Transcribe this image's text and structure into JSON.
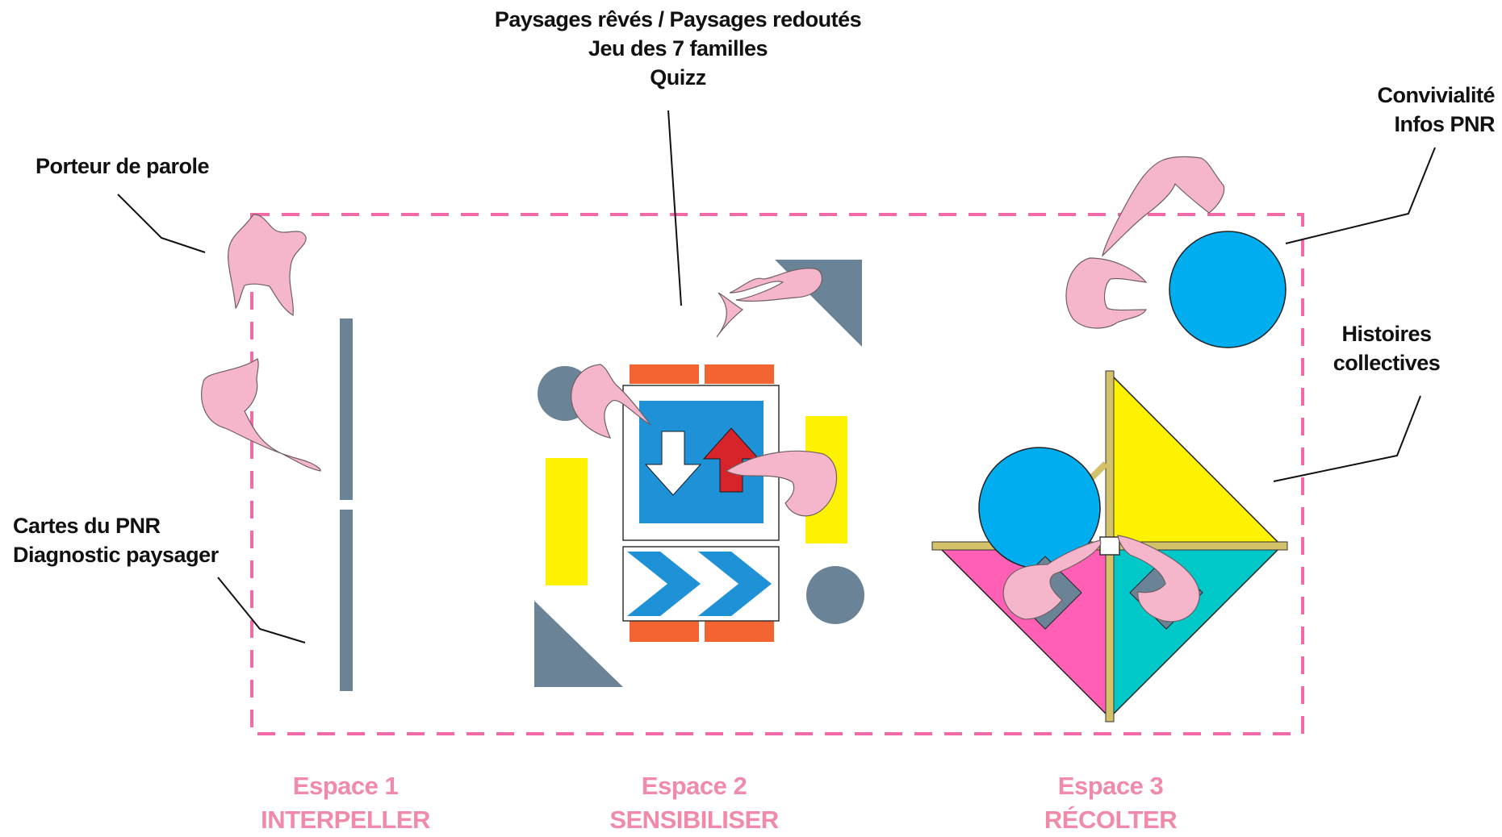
{
  "colors": {
    "frame": "#f06ba8",
    "space_text": "#f08aa8",
    "person": "#f5b6cb",
    "slate": "#6b8396",
    "orange": "#f26530",
    "yellow": "#fff200",
    "blue": "#1f91d7",
    "cyan": "#00aeef",
    "teal": "#00c8c8",
    "magenta": "#ff5fb4",
    "red": "#d7232a",
    "wood": "#d4c26a"
  },
  "icons": [
    "person-icon",
    "table-icon",
    "arrow-down-icon",
    "arrow-up-icon",
    "chevron-icon"
  ],
  "labels": {
    "top": [
      "Paysages rêvés / Paysages redoutés",
      "Jeu des 7 familles",
      "Quizz"
    ],
    "porteur": "Porteur de parole",
    "cartes": [
      "Cartes du PNR",
      "Diagnostic paysager"
    ],
    "convivialite": [
      "Convivialité",
      "Infos PNR"
    ],
    "histoires": [
      "Histoires",
      "collectives"
    ]
  },
  "spaces": [
    {
      "name": "Espace 1",
      "action": "INTERPELLER"
    },
    {
      "name": "Espace 2",
      "action": "SENSIBILISER"
    },
    {
      "name": "Espace 3",
      "action": "RÉCOLTER"
    }
  ]
}
